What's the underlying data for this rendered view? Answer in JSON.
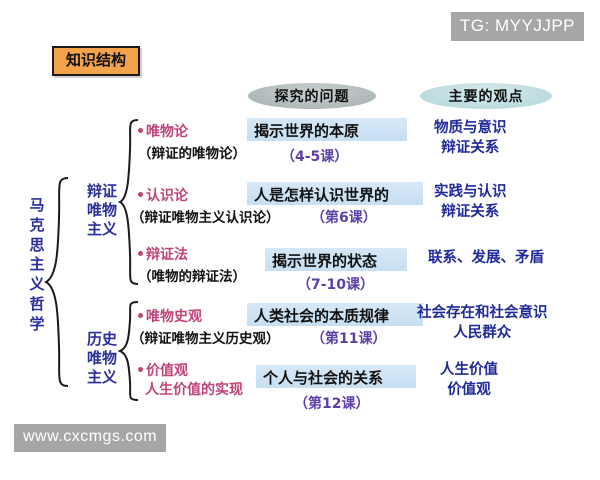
{
  "watermarks": {
    "top": "TG: MYYJJPP",
    "bottom": "www.cxcmgs.com"
  },
  "title_chip": {
    "label": "知识结构"
  },
  "headers": {
    "left": "探究的问题",
    "right": "主要的观点"
  },
  "spine": {
    "label": "马克思主义哲学",
    "chars": [
      "马",
      "克",
      "思",
      "主",
      "义",
      "哲",
      "学"
    ]
  },
  "groups": [
    {
      "name": "dialectical-materialism",
      "label": "辩证唯物主义",
      "lines": [
        "辩证",
        "唯物",
        "主义"
      ]
    },
    {
      "name": "historical-materialism",
      "label": "历史唯物主义",
      "lines": [
        "历史",
        "唯物",
        "主义"
      ]
    }
  ],
  "rows": [
    {
      "id": "materialism",
      "topic": "唯物论",
      "topic_sub": "（辩证的唯物论）",
      "topic_extra": "",
      "question": "揭示世界的本原",
      "lesson": "（4-5课）",
      "view_lines": [
        "物质与意识",
        "辩证关系"
      ]
    },
    {
      "id": "epistemology",
      "topic": "认识论",
      "topic_sub": "（辩证唯物主义认识论）",
      "topic_extra": "",
      "question": "人是怎样认识世界的",
      "lesson": "（第6课）",
      "view_lines": [
        "实践与认识",
        "辩证关系"
      ]
    },
    {
      "id": "dialectics",
      "topic": "辩证法",
      "topic_sub": "（唯物的辩证法）",
      "topic_extra": "",
      "question": "揭示世界的状态",
      "lesson": "（7-10课）",
      "view_lines": [
        "联系、发展、矛盾"
      ]
    },
    {
      "id": "historical-view",
      "topic": "唯物史观",
      "topic_sub": "（辩证唯物主义历史观）",
      "topic_extra": "",
      "question": "人类社会的本质规律",
      "lesson": "（第11课）",
      "view_lines": [
        "社会存在和社会意识",
        "人民群众"
      ]
    },
    {
      "id": "values",
      "topic": "价值观",
      "topic_sub": "",
      "topic_extra": "人生价值的实现",
      "question": "个人与社会的关系",
      "lesson": "（第12课）",
      "view_lines": [
        "人生价值",
        "价值观"
      ]
    }
  ],
  "colors": {
    "chip_fill": "#f2a34b",
    "topic_pink": "#c0447a",
    "view_blue": "#1f2a9c",
    "lesson_purple": "#5d3fa8",
    "question_box": "#cfe2f3",
    "header_left": "#b3bcbc",
    "header_right": "#bfdde1",
    "watermark_gray": "#a6a6a6"
  }
}
